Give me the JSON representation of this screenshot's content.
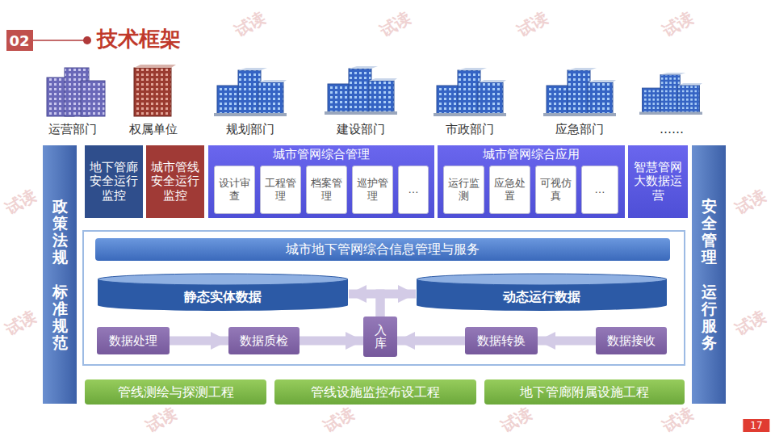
{
  "diagram": {
    "title": "技术框架",
    "nodes": [
      {
        "text": [
          "政策法规",
          "标准规范"
        ]
      },
      {
        "text": [
          "地下管廊安全运行监控"
        ]
      },
      {
        "text": [
          "城市管线安全运行监控"
        ]
      },
      {
        "text": [
          "城市管网综合管理"
        ]
      },
      {
        "text": [
          "设计审查"
        ],
        "in": 3
      },
      {
        "text": [
          "工程管理"
        ],
        "in": 3
      },
      {
        "text": [
          "档案管理"
        ],
        "in": 3
      },
      {
        "text": [
          "巡护管理"
        ],
        "in": 3
      },
      {
        "text": [
          "…"
        ],
        "in": 3
      },
      {
        "text": [
          "城市管网综合应用"
        ]
      },
      {
        "text": [
          "运行监测"
        ],
        "in": 9
      },
      {
        "text": [
          "应急处置"
        ],
        "in": 9
      },
      {
        "text": [
          "可视仿真"
        ],
        "in": 9
      },
      {
        "text": [
          "…"
        ],
        "in": 9
      },
      {
        "text": [
          "智慧管网大数据运营"
        ]
      },
      {
        "text": [
          "安全管理",
          "运行服务"
        ]
      },
      {
        "text": [
          "城市地下管网综合信息管理与服务"
        ]
      },
      {
        "text": [
          "静态实体数据"
        ]
      },
      {
        "text": [
          "动态运行数据"
        ]
      },
      {
        "text": [
          "数据处理"
        ]
      },
      {
        "text": [
          "数据质检"
        ]
      },
      {
        "text": [
          "入库"
        ]
      },
      {
        "text": [
          "数据转换"
        ]
      },
      {
        "text": [
          "数据接收"
        ]
      },
      {
        "text": [
          "管线测绘与探测工程"
        ]
      },
      {
        "text": [
          "管线设施监控布设工程"
        ]
      },
      {
        "text": [
          "地下管廊附属设施工程"
        ]
      }
    ],
    "edges": [
      {
        "from": 19,
        "to": 20,
        "arrow": "to"
      },
      {
        "from": 20,
        "to": 21,
        "arrow": "to"
      },
      {
        "from": 23,
        "to": 22,
        "arrow": "to"
      },
      {
        "from": 22,
        "to": 21,
        "arrow": "to"
      },
      {
        "from": 21,
        "to": 17,
        "arrow": "to"
      },
      {
        "from": 21,
        "to": 18,
        "arrow": "to"
      }
    ],
    "labels": [
      "02",
      "运营部门",
      "权属单位",
      "规划部门",
      "建设部门",
      "市政部门",
      "应急部门",
      "……",
      "17",
      "试读",
      "试读",
      "试读",
      "试读",
      "试读",
      "试读",
      "试读",
      "试读",
      "试读",
      "试读",
      "试读",
      "试读"
    ]
  }
}
